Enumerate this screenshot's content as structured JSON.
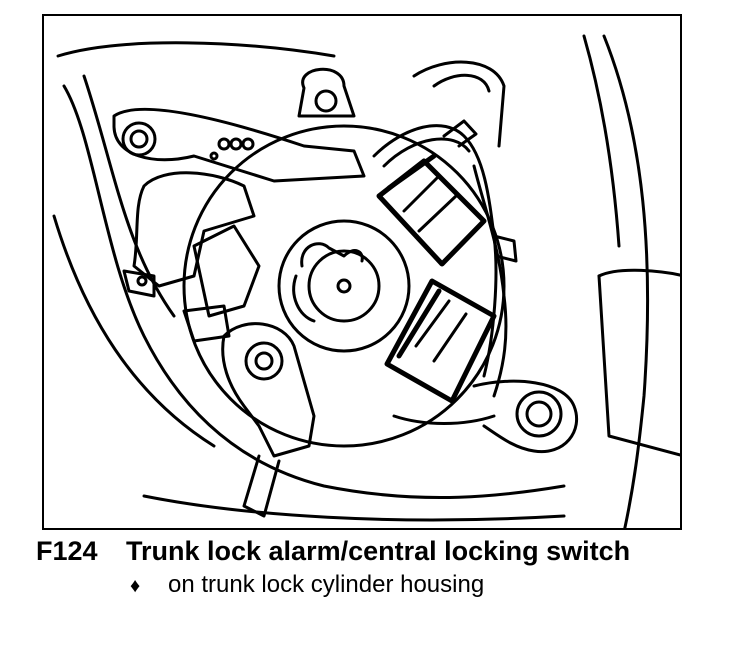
{
  "figure": {
    "icons": [
      "trunk-lock-switch-drawing"
    ]
  },
  "caption": {
    "id": "F124",
    "title": "Trunk lock alarm/central locking switch",
    "bullet_symbol": "♦",
    "bullet_text": "on trunk lock cylinder housing"
  }
}
